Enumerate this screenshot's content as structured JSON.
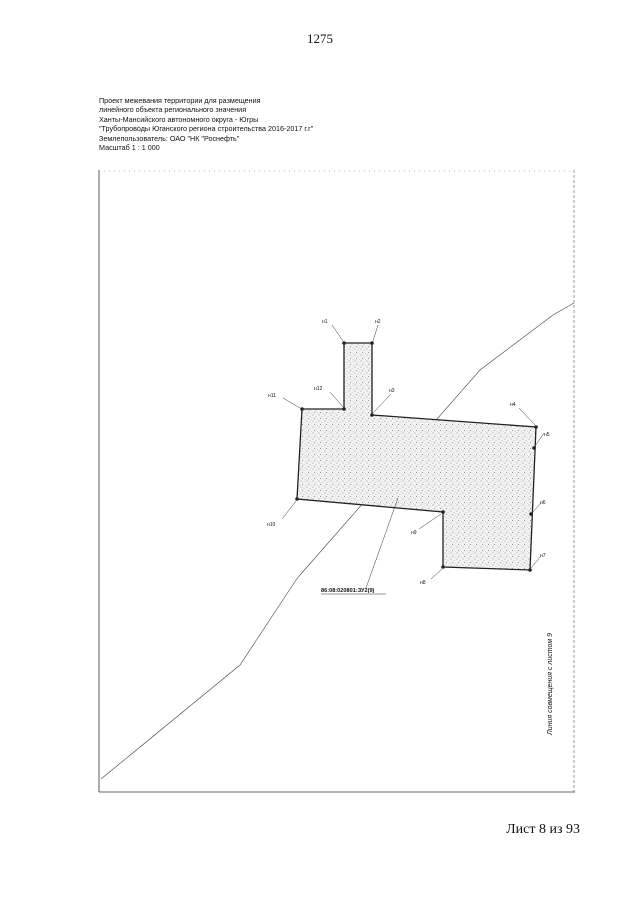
{
  "page_number": "1275",
  "header": {
    "lines": [
      "Проект межевания территории для размещения",
      "линейного объекта регионального значения",
      "Ханты-Мансийского автономного округа - Югры",
      "\"Трубопроводы Юганского региона строительства 2016-2017 г.г\"",
      "Землепользователь: ОАО \"НК \"Роснефть\"",
      "Масштаб 1 : 1 000"
    ]
  },
  "plan": {
    "points": {
      "n1": "н1",
      "n2": "н2",
      "n3": "н3",
      "n4": "н4",
      "n5": "н5",
      "n6": "н6",
      "n7": "н7",
      "n8": "н8",
      "n9": "н9",
      "n10": "н10",
      "n11": "н11",
      "n12": "н12"
    },
    "cadastral_label": "86:08:020801:ЗУ2(9)",
    "match_line_label": "Линия совмещения с листом 9"
  },
  "sheet_label": "Лист 8 из 93"
}
